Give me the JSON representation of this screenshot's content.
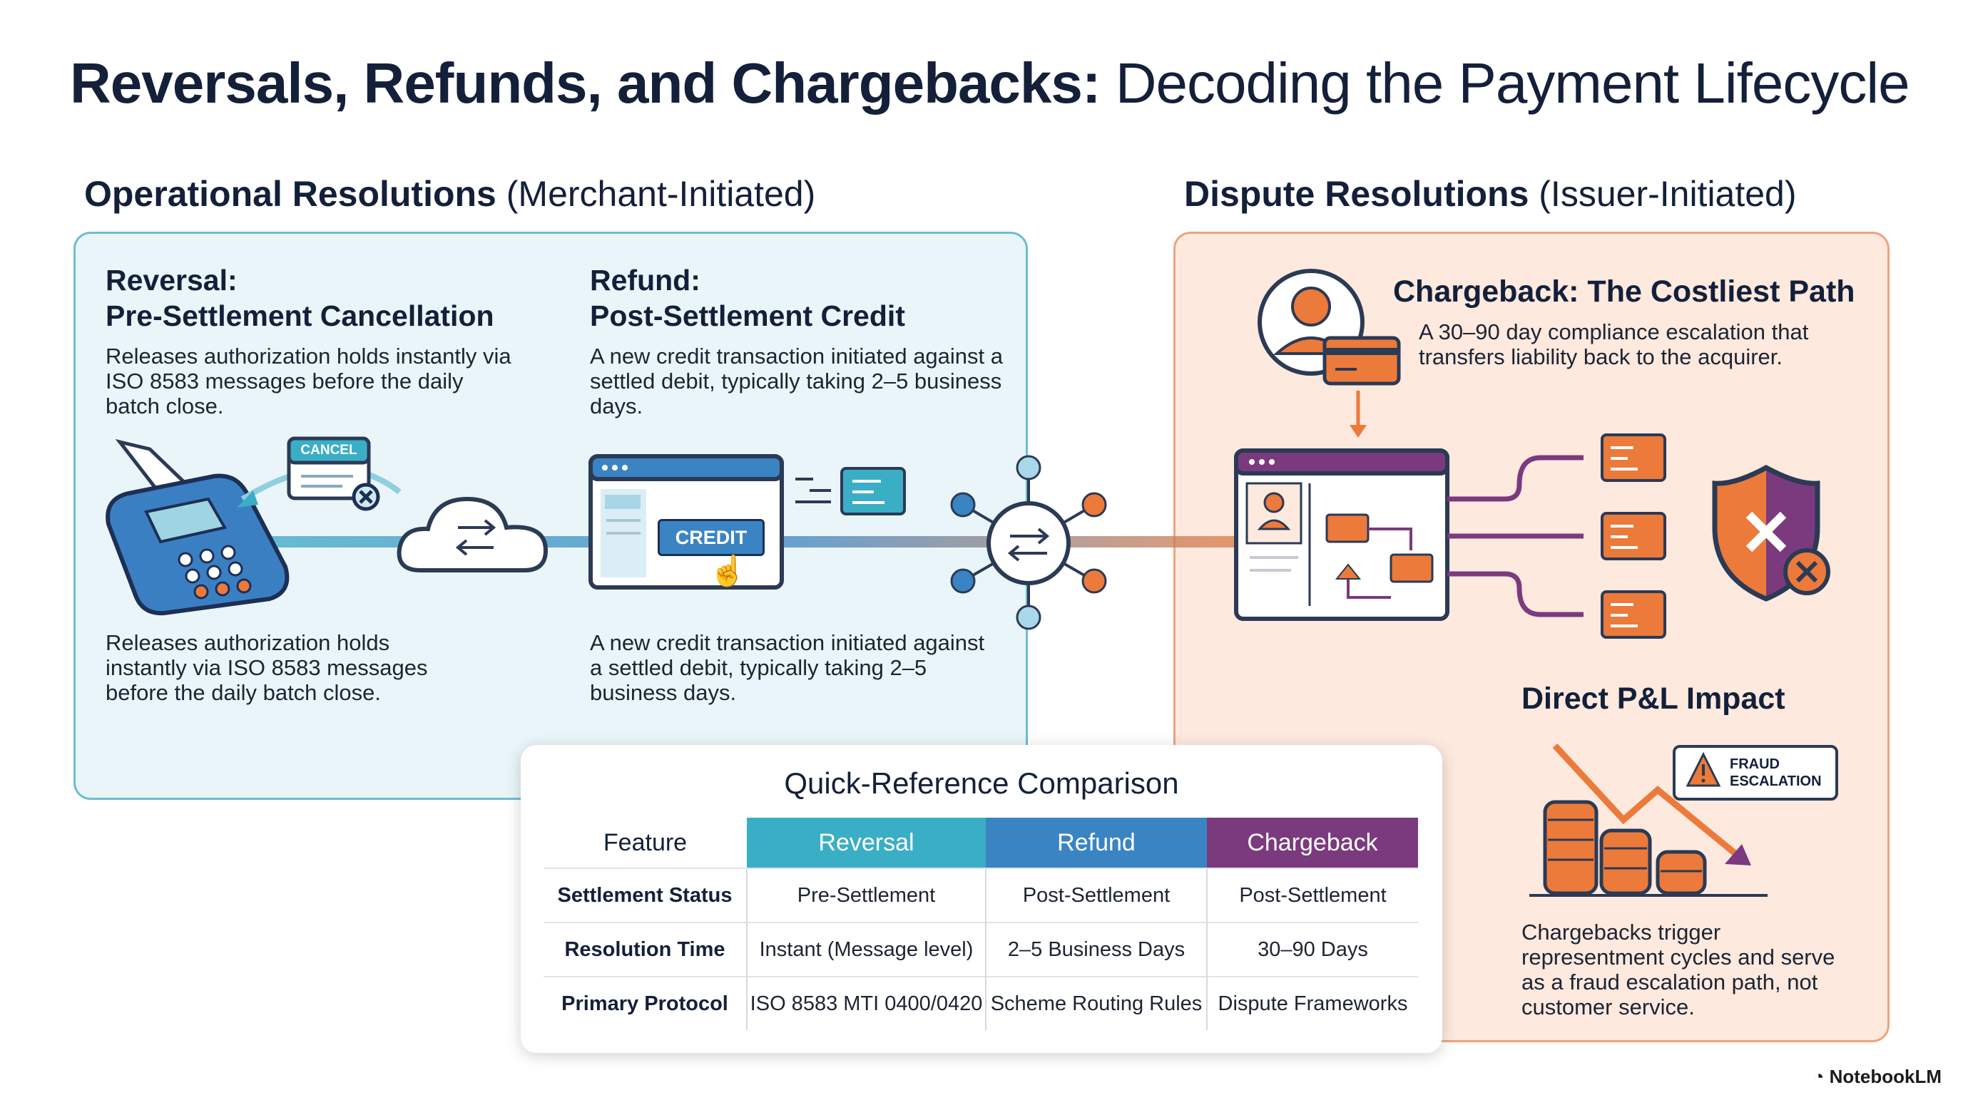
{
  "header": {
    "title_bold": "Reversals, Refunds, and Chargebacks:",
    "title_rest": "Decoding the Payment Lifecycle"
  },
  "operational": {
    "heading_bold": "Operational Resolutions",
    "heading_rest": "(Merchant-Initiated)",
    "reversal": {
      "title_line1": "Reversal:",
      "title_line2": "Pre-Settlement Cancellation",
      "desc": "Releases authorization holds instantly via ISO 8583 messages before the daily batch close.",
      "desc_bottom": "Releases authorization holds instantly via ISO 8583 messages before the daily batch close.",
      "cancel_tag": "CANCEL"
    },
    "refund": {
      "title_line1": "Refund:",
      "title_line2": "Post-Settlement Credit",
      "desc": "A new credit transaction initiated against a settled debit, typically taking 2–5 business days.",
      "desc_bottom": "A new credit transaction initiated against a settled debit, typically taking 2–5 business days.",
      "credit_button": "CREDIT"
    }
  },
  "dispute": {
    "heading_bold": "Dispute Resolutions",
    "heading_rest": "(Issuer-Initiated)",
    "chargeback": {
      "title": "Chargeback: The Costliest Path",
      "desc": "A 30–90 day compliance escalation that transfers liability back to the acquirer."
    },
    "pl": {
      "title": "Direct P&L Impact",
      "badge": "FRAUD ESCALATION",
      "desc": "Chargebacks trigger representment cycles and serve as a fraud escalation path, not customer service."
    }
  },
  "comparison": {
    "title": "Quick-Reference Comparison",
    "headers": [
      "Feature",
      "Reversal",
      "Refund",
      "Chargeback"
    ],
    "rows": [
      [
        "Settlement Status",
        "Pre-Settlement",
        "Post-Settlement",
        "Post-Settlement"
      ],
      [
        "Resolution Time",
        "Instant (Message level)",
        "2–5 Business Days",
        "30–90 Days"
      ],
      [
        "Primary Protocol",
        "ISO 8583 MTI 0400/0420",
        "Scheme Routing Rules",
        "Dispute Frameworks"
      ]
    ]
  },
  "colors": {
    "reversal": "#3aaec5",
    "refund": "#3a84c4",
    "chargeback": "#7b3a7d",
    "orange": "#ec7a3a",
    "navy": "#14203a"
  },
  "brand": "NotebookLM"
}
